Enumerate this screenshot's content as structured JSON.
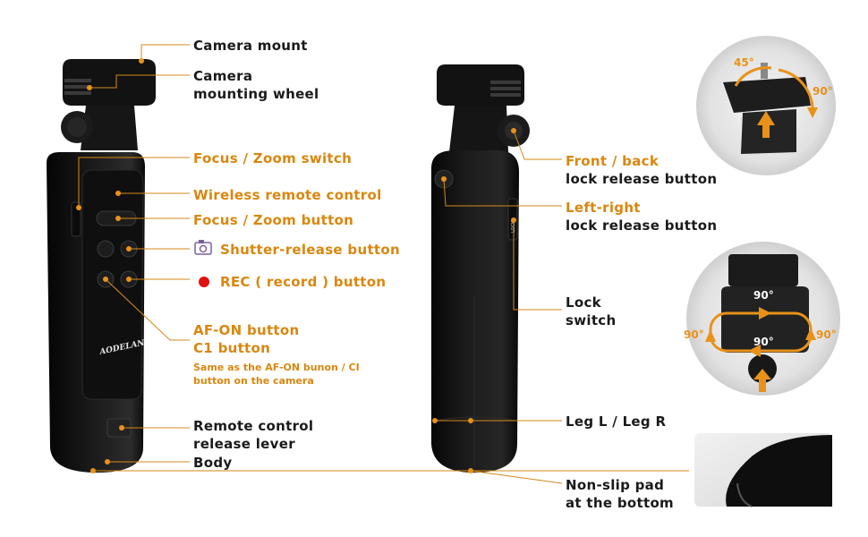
{
  "labels": {
    "camera_mount": "Camera mount",
    "camera_mounting_wheel_1": "Camera",
    "camera_mounting_wheel_2": "mounting wheel",
    "focus_zoom_switch": "Focus / Zoom switch",
    "wireless_remote_control": "Wireless remote control",
    "focus_zoom_button": "Focus / Zoom button",
    "shutter_release_button": "Shutter-release button",
    "rec_button": "REC ( record ) button",
    "af_on_button": "AF-ON button",
    "c1_button": "C1 button",
    "same_as_note_1": "Same as the AF-ON bunon / CI",
    "same_as_note_2": "button on the camera",
    "remote_release_lever_1": "Remote control",
    "remote_release_lever_2": "release lever",
    "body": "Body",
    "front_back_1": "Front / back",
    "front_back_2": "lock release button",
    "left_right_1": "Left-right",
    "left_right_2": "lock release button",
    "lock_switch_1": "Lock",
    "lock_switch_2": "switch",
    "leg": "Leg L / Leg R",
    "non_slip_1": "Non-slip pad",
    "non_slip_2": "at the bottom"
  },
  "brand": "AODELAN",
  "lock_text": "LOCK",
  "angles": {
    "tilt_left": "45°",
    "tilt_right": "90°",
    "rot_top": "90°",
    "rot_bottom": "90°",
    "rot_left": "90°",
    "rot_right": "90°"
  },
  "colors": {
    "accent": "#e8921a",
    "text": "#1a1a1a",
    "rec_dot": "#e01010"
  }
}
